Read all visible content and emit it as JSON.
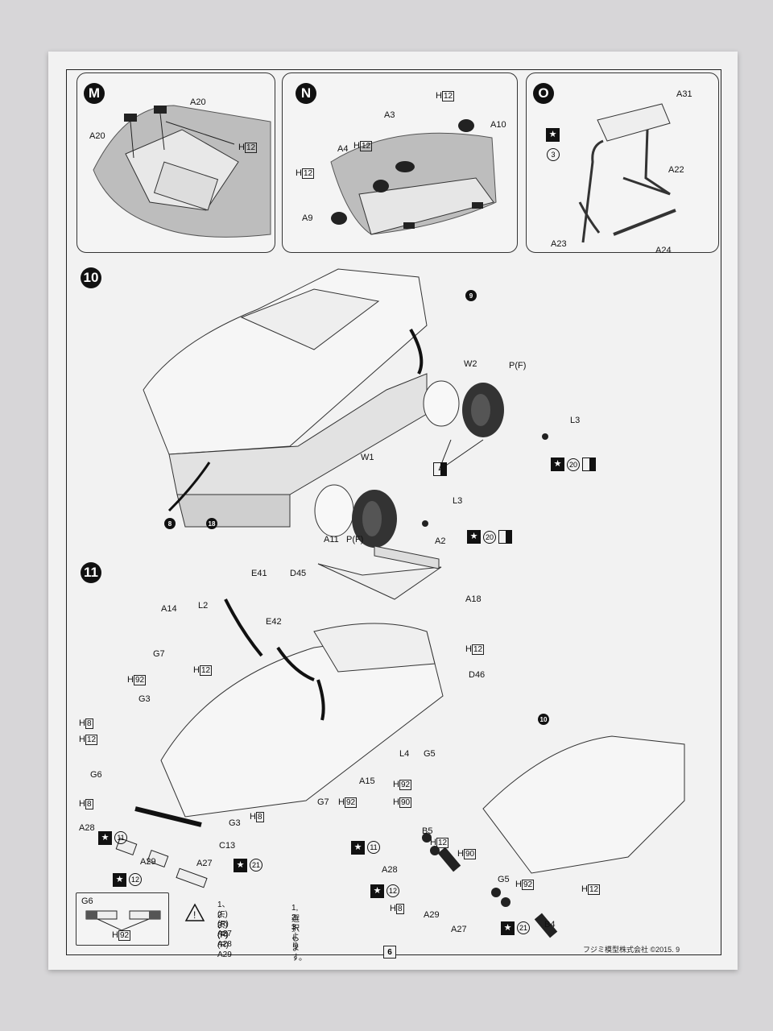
{
  "panel_m": {
    "badge": "M",
    "a20_right": "A20",
    "a20_left": "A20",
    "h12": "H",
    "h12_num": "12"
  },
  "panel_n": {
    "badge": "N",
    "h12_top": "H",
    "h12_top_num": "12",
    "a10": "A10",
    "a3": "A3",
    "h12_mid": "H",
    "h12_mid_num": "12",
    "a4": "A4",
    "h12_left": "H",
    "h12_left_num": "12",
    "a9": "A9"
  },
  "panel_o": {
    "badge": "O",
    "a31": "A31",
    "a22": "A22",
    "a23": "A23",
    "a24": "A24",
    "ref": "3"
  },
  "step10": {
    "badge": "10",
    "ref9": "9",
    "ref8": "8",
    "ref18": "18",
    "w2": "W2",
    "pf": "P(F)",
    "l3_top": "L3",
    "ref20a": "20",
    "w1": "W1",
    "l3_bot": "L3",
    "ref20b": "20"
  },
  "step11": {
    "badge": "11",
    "e41": "E41",
    "d45": "D45",
    "a11": "A11",
    "pf": "P(F)",
    "a2": "A2",
    "a14": "A14",
    "l2": "L2",
    "a18": "A18",
    "e42": "E42",
    "h12_a": "H",
    "h12_a_num": "12",
    "h12_b": "H",
    "h12_b_num": "12",
    "d46": "D46",
    "g7_top": "G7",
    "h92_a": "H",
    "h92_a_num": "92",
    "g3_top": "G3",
    "h8_a": "H",
    "h8_a_num": "8",
    "h12_c": "H",
    "h12_c_num": "12",
    "g6": "G6",
    "h8_b": "H",
    "h8_b_num": "8",
    "a28_l": "A28",
    "ref11_l": "11",
    "a29_l": "A29",
    "ref12_l": "12",
    "a27_l": "A27",
    "ref21_l": "21",
    "c13": "C13",
    "g3_bot": "G3",
    "h8_c": "H",
    "h8_c_num": "8",
    "g7_bot": "G7",
    "h92_b": "H",
    "h92_b_num": "92",
    "a15": "A15",
    "l4": "L4",
    "ref10": "10",
    "g5_top": "G5",
    "h92_c": "H",
    "h92_c_num": "92",
    "h90_a": "H",
    "h90_a_num": "90",
    "b5": "B5",
    "h12_d": "H",
    "h12_d_num": "12",
    "ref11_r": "11",
    "a28_r": "A28",
    "h90_b": "H",
    "h90_b_num": "90",
    "g5_bot": "G5",
    "h92_d": "H",
    "h92_d_num": "92",
    "h12_e": "H",
    "h12_e_num": "12",
    "ref12_r": "12",
    "h8_d": "H",
    "h8_d_num": "8",
    "a29_r": "A29",
    "a27_r": "A27",
    "ref21_r": "21",
    "b4": "B4"
  },
  "inset": {
    "g6": "G6",
    "h92": "H",
    "h92_num": "92"
  },
  "caution": {
    "line1": "1、(F) (R) A27",
    "line2": "2、(F) (R) A28",
    "line3": "3、(F) (R) A29",
    "note1": "1, 2, 3、より",
    "note2": "選択します。"
  },
  "footer": {
    "copyright": "フジミ模型株式会社 ©2015. 9",
    "page": "6"
  }
}
